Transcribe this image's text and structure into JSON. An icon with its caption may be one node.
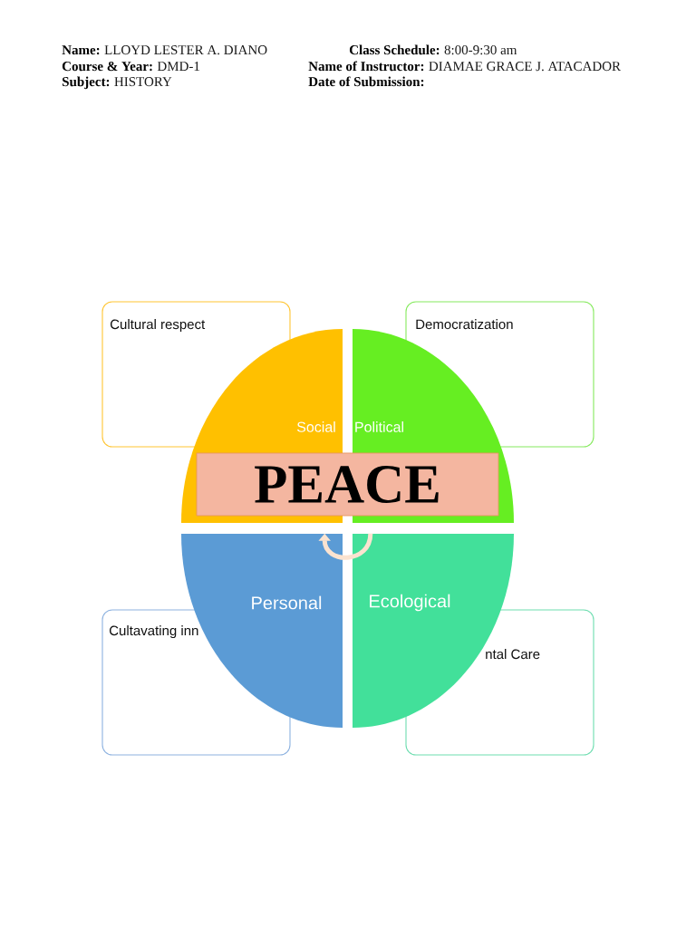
{
  "diagram": {
    "nodes": [
      {
        "text": [
          "Cultural respect"
        ]
      },
      {
        "text": [
          "Democratization"
        ]
      },
      {
        "text": [
          "Social"
        ]
      },
      {
        "text": [
          "Political"
        ]
      },
      {
        "text": [
          "PEACE"
        ]
      },
      {
        "text": [
          "Personal"
        ]
      },
      {
        "text": [
          "Ecological"
        ]
      },
      {
        "text": [
          "Cultavating inn"
        ]
      },
      {
        "text": [
          "ntal Care"
        ]
      }
    ],
    "edges": [
      {
        "from": 6,
        "to": 5,
        "arrow": "to"
      }
    ],
    "labels": [
      "Name:",
      "LLOYD LESTER A. DIANO",
      "Class Schedule:",
      "8:00-9:30 am",
      "Course & Year:",
      "DMD-1",
      "Name of Instructor:",
      "DIAMAE GRACE J. ATACADOR",
      "Subject:",
      "HISTORY",
      "Date of Submission:"
    ]
  }
}
